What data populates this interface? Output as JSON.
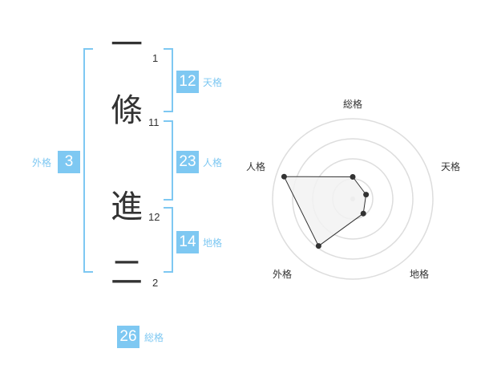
{
  "name": {
    "characters": [
      {
        "char": "一",
        "strokes": "1"
      },
      {
        "char": "條",
        "strokes": "11"
      },
      {
        "char": "進",
        "strokes": "12"
      },
      {
        "char": "二",
        "strokes": "2"
      }
    ]
  },
  "fortune": {
    "tenkaku": {
      "value": "12",
      "label": "天格"
    },
    "jinkaku": {
      "value": "23",
      "label": "人格"
    },
    "chikaku": {
      "value": "14",
      "label": "地格"
    },
    "gaikaku": {
      "value": "3",
      "label": "外格"
    },
    "soukaku": {
      "value": "26",
      "label": "総格"
    }
  },
  "radar": {
    "labels": {
      "soukaku": "総格",
      "tenkaku": "天格",
      "chikaku": "地格",
      "gaikaku": "外格",
      "jinkaku": "人格"
    },
    "axes_order": [
      "soukaku",
      "tenkaku",
      "chikaku",
      "gaikaku",
      "jinkaku"
    ],
    "levels": 4,
    "values": [
      1.1,
      0.7,
      0.9,
      2.9,
      3.6
    ],
    "max": 4,
    "colors": {
      "grid": "#dddddd",
      "fill": "#f2f2f2",
      "line": "#333333",
      "point": "#333333",
      "center": "#cccccc"
    }
  }
}
